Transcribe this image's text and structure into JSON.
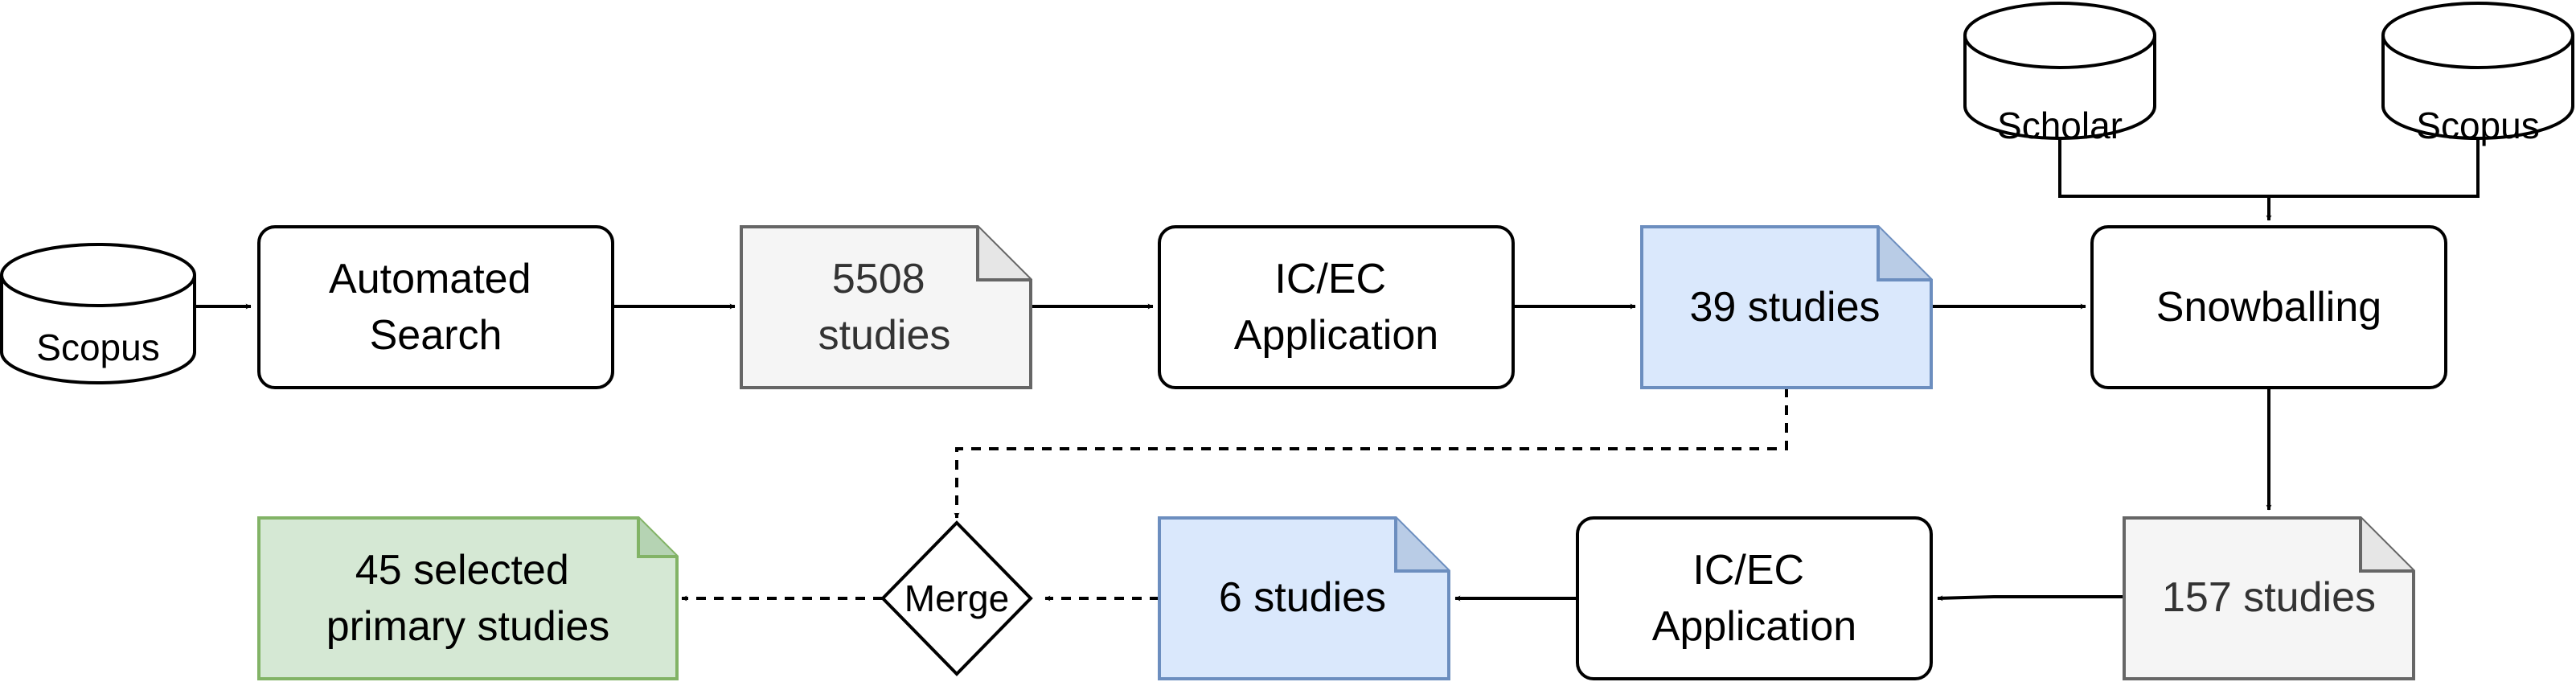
{
  "colors": {
    "stroke": "#000000",
    "grey_fill": "#f5f5f5",
    "grey_stroke": "#666666",
    "blue_fill": "#dae8fc",
    "blue_stroke": "#6c8ebf",
    "green_fill": "#d5e8d4",
    "green_stroke": "#82b366"
  },
  "sources": {
    "scopus_left": "Scopus",
    "scholar": "Scholar",
    "scopus_right": "Scopus"
  },
  "steps": {
    "automated_search": [
      "Automated",
      "Search"
    ],
    "icec_application_1": [
      "IC/EC",
      "Application"
    ],
    "snowballing": "Snowballing",
    "icec_application_2": [
      "IC/EC",
      "Application"
    ],
    "merge": "Merge"
  },
  "documents": {
    "studies_5508": [
      "5508",
      "studies"
    ],
    "studies_39": "39 studies",
    "studies_157": "157 studies",
    "studies_6": "6 studies",
    "selected_45": [
      "45 selected",
      "primary studies"
    ]
  }
}
